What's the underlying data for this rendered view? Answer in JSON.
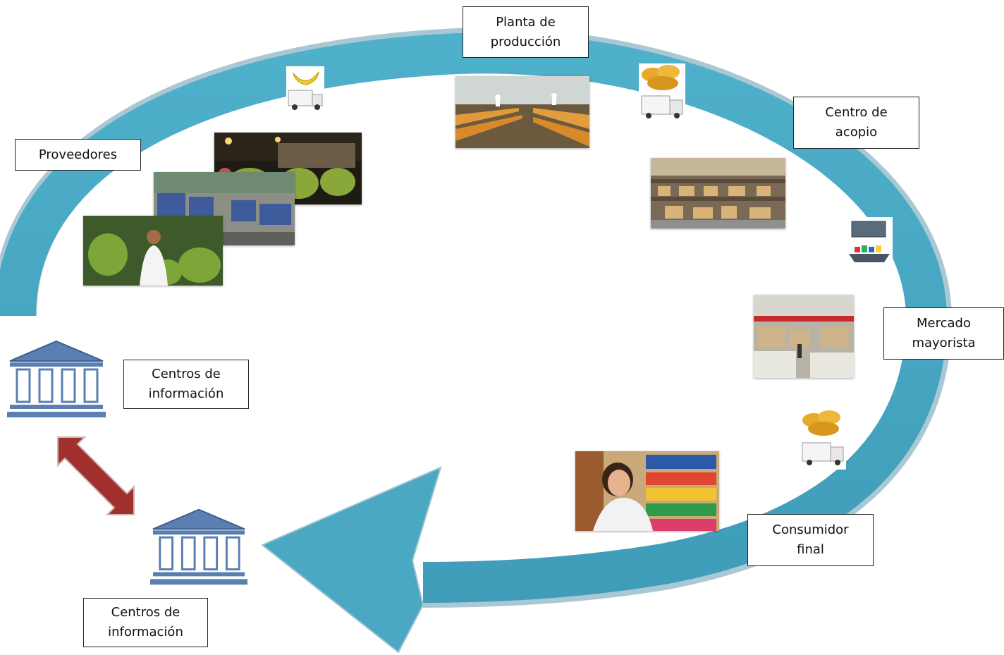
{
  "labels": {
    "planta": "Planta de\nproducción",
    "centro_acopio": "Centro de\nacopio",
    "proveedores": "Proveedores",
    "mercado": "Mercado\nmayorista",
    "centros_info_1": "Centros de\ninformación",
    "consumidor": "Consumidor\nfinal",
    "centros_info_2": "Centros de\ninformación"
  },
  "colors": {
    "cycle_arrow": "#4aa8c3",
    "double_arrow": "#a0312c",
    "building": "#5b7fb0"
  },
  "icons": [
    "banana-truck-icon",
    "chips-truck-icon",
    "ship-icon",
    "building-icon",
    "double-arrow-icon"
  ]
}
